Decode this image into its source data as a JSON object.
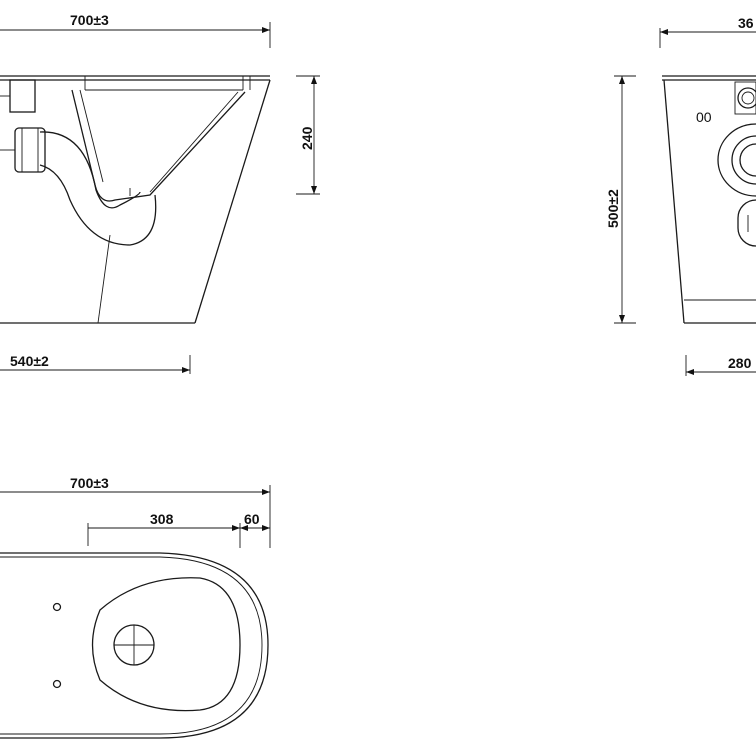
{
  "dimensions": {
    "side_top_width": "700±3",
    "side_height": "240",
    "side_base_width": "540±2",
    "front_top_width": "36",
    "front_height": "500±2",
    "front_base_width": "280",
    "plan_width": "700±3",
    "plan_offset_308": "308",
    "plan_offset_60": "60"
  },
  "labels": {
    "front_marking": "00"
  }
}
